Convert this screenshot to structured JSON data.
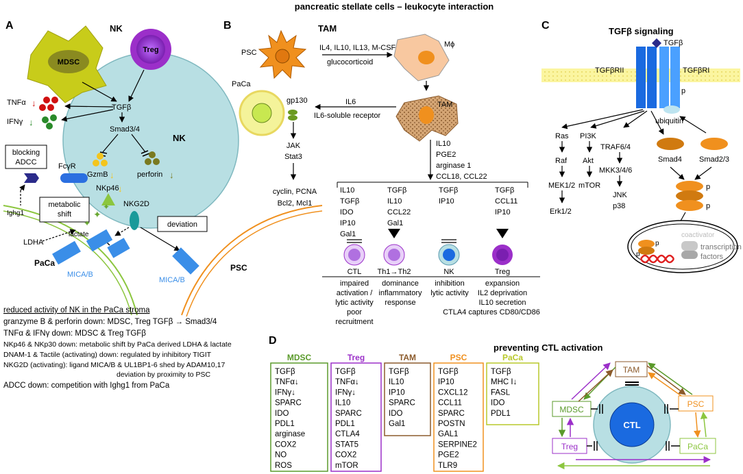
{
  "title": "pancreatic stellate cells – leukocyte interaction",
  "panel_a": {
    "letter": "A",
    "nk_top": "NK",
    "mdsc": "MDSC",
    "treg": "Treg",
    "tnfa": "TNFα",
    "ifng": "IFNγ",
    "tgfb": "TGFβ",
    "smad": "Smad3/4",
    "nk_cell": "NK",
    "gzmb": "GzmB",
    "perforin": "perforin",
    "blocking": "blocking",
    "adcc": "ADCC",
    "fcgr": "FcγR",
    "nkp46": "NKp46",
    "metabolic": "metabolic",
    "shift": "shift",
    "nkg2d": "NKG2D",
    "deviation": "deviation",
    "ighg1": "Ighg1",
    "lactate": "lactate",
    "ldha": "LDHA",
    "mica_a": "MICA/B",
    "mica_b": "MICA/B",
    "paca": "PaCa",
    "psc": "PSC",
    "notes_heading": "reduced activity of NK in the PaCa stroma",
    "notes": [
      "granzyme B & perforin down: MDSC, Treg TGFβ → Smad3/4",
      "TNFα & IFNγ down: MDSC & Treg TGFβ",
      "NKp46 & NKp30 down: metabolic shift by PaCa derived LDHA & lactate",
      "DNAM-1 & Tactile (activating) down: regulated by inhibitory TIGIT",
      "NKG2D (activating): ligand MICA/B & UL1BP1-6 shed by ADAM10,17",
      "deviation by proximity to PSC",
      "ADCC down: competition with Ighg1 from PaCa"
    ]
  },
  "panel_b": {
    "letter": "B",
    "tam_label": "TAM",
    "psc": "PSC",
    "mphi": "Mϕ",
    "factors1": "IL4, IL10, IL13, M-CSF",
    "factors2": "glucocorticoid",
    "paca": "PaCa",
    "gp130": "gp130",
    "il6": "IL6",
    "il6r": "IL6-soluble receptor",
    "tam_cell": "TAM",
    "jak": "JAK",
    "stat3": "Stat3",
    "cyclin": "cyclin, PCNA",
    "bcl": "Bcl2, Mcl1",
    "tam_out": [
      "IL10",
      "PGE2",
      "arginase 1",
      "CCL18, CCL22"
    ],
    "col1": [
      "IL10",
      "TGFβ",
      "IDO",
      "IP10",
      "Gal1"
    ],
    "col2": [
      "TGFβ",
      "IL10",
      "CCL22",
      "Gal1"
    ],
    "col3": [
      "TGFβ",
      "IP10"
    ],
    "col4": [
      "TGFβ",
      "CCL11",
      "IP10"
    ],
    "cells": [
      "CTL",
      "Th1→Th2",
      "NK",
      "Treg"
    ],
    "eff1": [
      "impaired",
      "activation /",
      "lytic activity",
      "poor",
      "recruitment"
    ],
    "eff2": [
      "dominance",
      "inflammatory",
      "response"
    ],
    "eff3": [
      "inhibition",
      "lytic activity"
    ],
    "eff4": [
      "expansion",
      "IL2 deprivation",
      "IL10 secretion",
      "CTLA4 captures CD80/CD86"
    ]
  },
  "panel_c": {
    "letter": "C",
    "title": "TGFβ signaling",
    "tgfb": "TGFβ",
    "rii": "TGFβRII",
    "ri": "TGFβRI",
    "p": "p",
    "ubiquitin": "ubiquitin",
    "ras": "Ras",
    "raf": "Raf",
    "mek": "MEK1/2",
    "erk": "Erk1/2",
    "pi3k": "PI3K",
    "akt": "Akt",
    "mtor": "mTOR",
    "traf": "TRAF6/4",
    "mkk": "MKK3/4/6",
    "jnk": "JNK",
    "p38": "p38",
    "smad4": "Smad4",
    "smad23": "Smad2/3",
    "coactivator": "coactivator",
    "tf1": "transcription",
    "tf2": "factors"
  },
  "panel_d": {
    "letter": "D",
    "title": "preventing CTL activation",
    "columns": [
      {
        "name": "MDSC",
        "color": "#5a9a2a",
        "items": [
          "TGFβ",
          "TNFα↓",
          "IFNγ↓",
          "SPARC",
          "IDO",
          "PDL1",
          "arginase",
          "COX2",
          "NO",
          "ROS"
        ]
      },
      {
        "name": "Treg",
        "color": "#9b2fc9",
        "items": [
          "TGFβ",
          "TNFα↓",
          "IFNγ↓",
          "IL10",
          "SPARC",
          "PDL1",
          "CTLA4",
          "STAT5",
          "COX2",
          "mTOR"
        ]
      },
      {
        "name": "TAM",
        "color": "#8b5a2b",
        "items": [
          "TGFβ",
          "IL10",
          "IP10",
          "SPARC",
          "IDO",
          "Gal1"
        ]
      },
      {
        "name": "PSC",
        "color": "#f0901e",
        "items": [
          "TGFβ",
          "IP10",
          "CXCL12",
          "CCL11",
          "SPARC",
          "POSTN",
          "GAL1",
          "SERPINE2",
          "PGE2",
          "TLR9"
        ]
      },
      {
        "name": "PaCa",
        "color": "#b8c82a",
        "items": [
          "TGFβ",
          "MHC I↓",
          "FASL",
          "IDO",
          "PDL1"
        ]
      }
    ],
    "net": {
      "tam": "TAM",
      "mdsc": "MDSC",
      "psc": "PSC",
      "treg": "Treg",
      "paca": "PaCa",
      "ctl": "CTL"
    }
  }
}
